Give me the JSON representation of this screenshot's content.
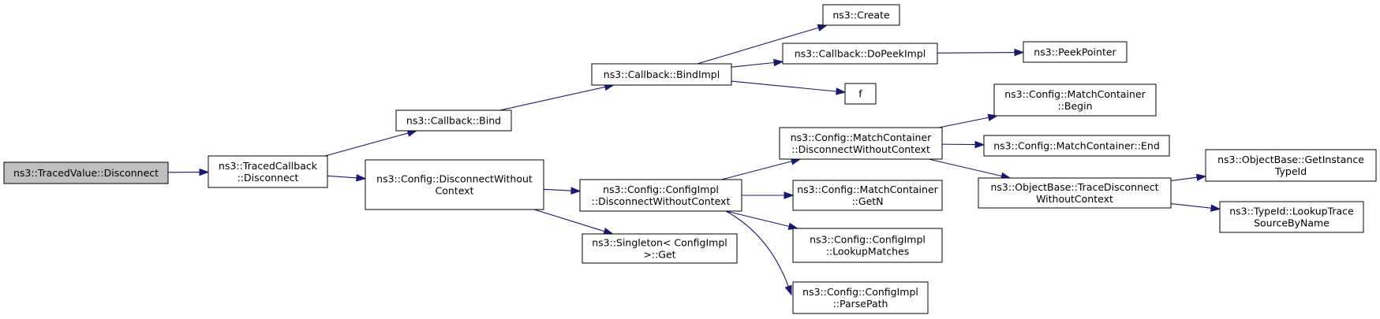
{
  "graph": {
    "nodes": [
      {
        "id": "root",
        "lines": [
          "ns3::TracedValue::Disconnect"
        ],
        "root": true
      },
      {
        "id": "tcb",
        "lines": [
          "ns3::TracedCallback",
          "::Disconnect"
        ]
      },
      {
        "id": "cbbind",
        "lines": [
          "ns3::Callback::Bind"
        ]
      },
      {
        "id": "cfgdisc",
        "lines": [
          "ns3::Config::DisconnectWithout",
          "Context"
        ]
      },
      {
        "id": "bindimpl",
        "lines": [
          "ns3::Callback::BindImpl"
        ]
      },
      {
        "id": "cfgimpl",
        "lines": [
          "ns3::Config::ConfigImpl",
          "::DisconnectWithoutContext"
        ]
      },
      {
        "id": "singleton",
        "lines": [
          "ns3::Singleton< ConfigImpl",
          ">::Get"
        ]
      },
      {
        "id": "create",
        "lines": [
          "ns3::Create"
        ]
      },
      {
        "id": "dopeek",
        "lines": [
          "ns3::Callback::DoPeekImpl"
        ]
      },
      {
        "id": "f",
        "lines": [
          "f"
        ]
      },
      {
        "id": "mcdisc",
        "lines": [
          "ns3::Config::MatchContainer",
          "::DisconnectWithoutContext"
        ]
      },
      {
        "id": "mcgetn",
        "lines": [
          "ns3::Config::MatchContainer",
          "::GetN"
        ]
      },
      {
        "id": "lookup",
        "lines": [
          "ns3::Config::ConfigImpl",
          "::LookupMatches"
        ]
      },
      {
        "id": "parse",
        "lines": [
          "ns3::Config::ConfigImpl",
          "::ParsePath"
        ]
      },
      {
        "id": "peek",
        "lines": [
          "ns3::PeekPointer"
        ]
      },
      {
        "id": "mcbegin",
        "lines": [
          "ns3::Config::MatchContainer",
          "::Begin"
        ]
      },
      {
        "id": "mcend",
        "lines": [
          "ns3::Config::MatchContainer::End"
        ]
      },
      {
        "id": "obtrace",
        "lines": [
          "ns3::ObjectBase::TraceDisconnect",
          "WithoutContext"
        ]
      },
      {
        "id": "obinst",
        "lines": [
          "ns3::ObjectBase::GetInstance",
          "TypeId"
        ]
      },
      {
        "id": "typeid",
        "lines": [
          "ns3::TypeId::LookupTrace",
          "SourceByName"
        ]
      }
    ],
    "edges": [
      [
        "root",
        "tcb"
      ],
      [
        "tcb",
        "cbbind"
      ],
      [
        "tcb",
        "cfgdisc"
      ],
      [
        "cbbind",
        "bindimpl"
      ],
      [
        "bindimpl",
        "create"
      ],
      [
        "bindimpl",
        "dopeek"
      ],
      [
        "bindimpl",
        "f"
      ],
      [
        "dopeek",
        "peek"
      ],
      [
        "cfgdisc",
        "cfgimpl"
      ],
      [
        "cfgdisc",
        "singleton"
      ],
      [
        "cfgimpl",
        "mcdisc"
      ],
      [
        "cfgimpl",
        "mcgetn"
      ],
      [
        "cfgimpl",
        "lookup"
      ],
      [
        "cfgimpl",
        "parse"
      ],
      [
        "mcdisc",
        "mcbegin"
      ],
      [
        "mcdisc",
        "mcend"
      ],
      [
        "mcdisc",
        "obtrace"
      ],
      [
        "obtrace",
        "obinst"
      ],
      [
        "obtrace",
        "typeid"
      ]
    ],
    "colors": {
      "edge": "#191970",
      "root_fill": "#bfbfbf",
      "node_fill": "#ffffff",
      "border": "#000000"
    }
  }
}
